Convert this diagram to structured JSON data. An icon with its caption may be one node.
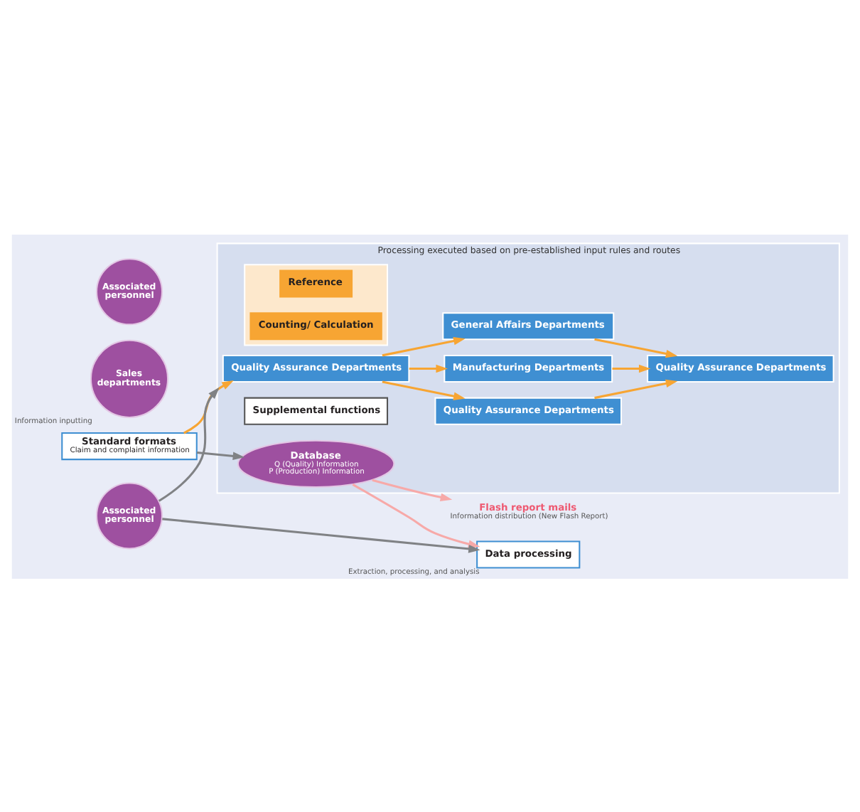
{
  "diagram": {
    "nodes": [
      {
        "text": [
          "Processing executed based on pre-established input rules and routes"
        ]
      },
      {
        "text": [
          "Quality Assurance Departments"
        ],
        "in": 0
      },
      {
        "text": [
          "Manufacturing Departments"
        ],
        "in": 0
      },
      {
        "text": [
          "Quality Assurance Departments"
        ],
        "in": 0
      },
      {
        "text": [
          "General Affairs Departments"
        ],
        "in": 0
      },
      {
        "text": [
          "Quality Assurance Departments"
        ],
        "in": 0
      },
      {
        "text": [
          "Supplemental functions"
        ],
        "in": 0
      },
      {
        "text": [
          "Database",
          "Q (Quality) Information",
          "P (Production) Information"
        ],
        "in": 0
      },
      {
        "text": [],
        "shape": "box",
        "in": 0
      },
      {
        "text": [
          "Reference"
        ],
        "in": 8
      },
      {
        "text": [
          "Counting/ Calculation"
        ],
        "in": 8
      },
      {
        "text": [
          "Standard formats",
          "Claim and complaint information"
        ]
      },
      {
        "text": [
          "Flash report mails",
          "Information distribution (New Flash Report)"
        ]
      },
      {
        "text": [
          "Sales departments"
        ],
        "beside": [
          "Information inputting"
        ]
      },
      {
        "text": [
          "Associated personnel"
        ]
      },
      {
        "text": [
          "Data processing"
        ],
        "beside": [
          "Extraction, processing, and analysis"
        ]
      },
      {
        "text": [
          "Associated personnel"
        ]
      }
    ],
    "edges": [
      {
        "from": 11,
        "to": 1,
        "arrow": "to"
      },
      {
        "from": 1,
        "to": 2,
        "arrow": "to"
      },
      {
        "from": 1,
        "to": 4,
        "arrow": "to"
      },
      {
        "from": 1,
        "to": 5,
        "arrow": "to"
      },
      {
        "from": 2,
        "to": 3,
        "arrow": "to"
      },
      {
        "from": 4,
        "to": 3,
        "arrow": "to"
      },
      {
        "from": 5,
        "to": 3,
        "arrow": "to"
      },
      {
        "from": 11,
        "to": 7,
        "arrow": "to",
        "color": "#808285"
      },
      {
        "from": 7,
        "to": 12,
        "arrow": "to",
        "color": "#f7a9a8"
      },
      {
        "from": 7,
        "to": 15,
        "arrow": "to",
        "color": "#f7a9a8"
      },
      {
        "from": 16,
        "to": 15,
        "arrow": "to",
        "color": "#808285"
      },
      {
        "from": 16,
        "to": 0,
        "arrow": "to",
        "color": "#808285"
      }
    ]
  }
}
